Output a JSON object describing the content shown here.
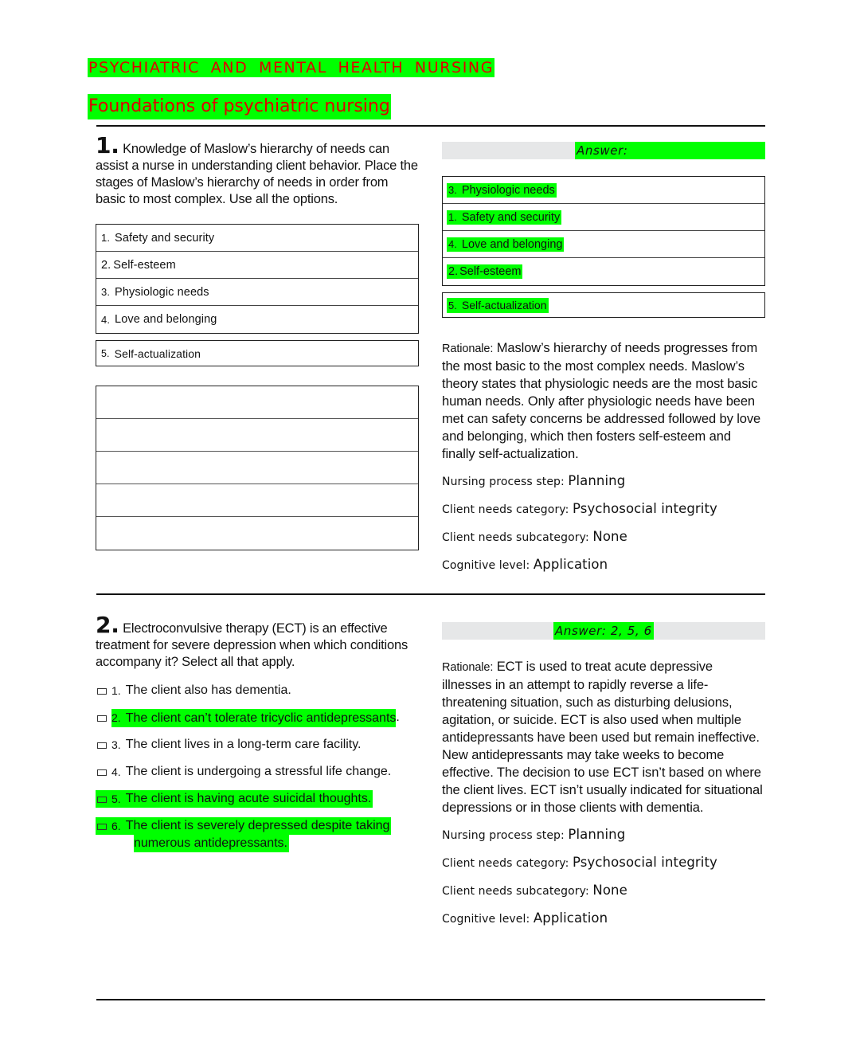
{
  "header": {
    "chapter_title": "PSYCHIATRIC AND MENTAL HEALTH NURSING",
    "section_title": "Foundations of psychiatric nursing"
  },
  "colors": {
    "highlight": "#00ff00",
    "title_text": "#e00000",
    "answer_bar_bg": "#e6e7e8"
  },
  "q1": {
    "number": "1.",
    "text": "Knowledge of Maslow’s hierarchy of needs can assist a nurse in understanding client behavior. Place the stages of Maslow’s hierarchy of needs in order from basic to most complex. Use all the options.",
    "options": [
      {
        "num": "1.",
        "label": "Safety and security"
      },
      {
        "num": "2.",
        "label": "Self-esteem"
      },
      {
        "num": "3.",
        "label": "Physiologic needs"
      },
      {
        "num": "4.",
        "label": "Love and belonging"
      },
      {
        "num": "5.",
        "label": "Self-actualization"
      }
    ],
    "blank_slots": 5,
    "answer_label": "Answer:",
    "answer_order": [
      {
        "num": "3.",
        "label": "Physiologic needs"
      },
      {
        "num": "1.",
        "label": "Safety and security"
      },
      {
        "num": "4.",
        "label": "Love and belonging"
      },
      {
        "num": "2.",
        "label": "Self-esteem"
      },
      {
        "num": "5.",
        "label": "Self-actualization"
      }
    ],
    "rationale_label": "Rationale:",
    "rationale": "Maslow’s hierarchy of needs progresses from the most basic to the most complex needs. Maslow’s theory states that physiologic needs are the most basic human needs. Only after physiologic needs have been met can safety concerns be addressed followed by love and belonging, which then fosters self-esteem and finally self-actualization.",
    "meta": {
      "nursing_process_step_label": "Nursing process step:",
      "nursing_process_step": "Planning",
      "client_needs_category_label": "Client needs category:",
      "client_needs_category": "Psychosocial integrity",
      "client_needs_subcategory_label": "Client needs subcategory:",
      "client_needs_subcategory": "None",
      "cognitive_level_label": "Cognitive level:",
      "cognitive_level": "Application"
    }
  },
  "q2": {
    "number": "2.",
    "text": "Electroconvulsive therapy (ECT) is an effective treatment for severe depression when which conditions accompany it? Select all that apply.",
    "options": [
      {
        "num": "1.",
        "label": "The client also has dementia.",
        "correct": false
      },
      {
        "num": "2.",
        "label": "The client can’t tolerate tricyclic antidepressants",
        "trail": ".",
        "correct": true
      },
      {
        "num": "3.",
        "label": "The client lives in a long-term care facility.",
        "correct": false
      },
      {
        "num": "4.",
        "label": "The client is undergoing a stressful life change.",
        "correct": false
      },
      {
        "num": "5.",
        "label": "The client is having acute suicidal thoughts.",
        "correct": true
      },
      {
        "num": "6.",
        "label": "The client is severely depressed despite taking",
        "label_cont": "numerous antidepressants.",
        "correct": true
      }
    ],
    "answer_label": "Answer: 2, 5, 6",
    "rationale_label": "Rationale:",
    "rationale": "ECT is used to treat acute depressive illnesses in an attempt to rapidly reverse a life-threatening situation, such as disturbing delusions, agitation, or suicide. ECT is also used when multiple antidepressants have been used but remain ineffective. New antidepressants may take weeks to become effective. The decision to use ECT isn’t based on where the client lives. ECT isn’t usually indicated for situational depressions or in those clients with dementia.",
    "meta": {
      "nursing_process_step_label": "Nursing process step:",
      "nursing_process_step": "Planning",
      "client_needs_category_label": "Client needs category:",
      "client_needs_category": "Psychosocial integrity",
      "client_needs_subcategory_label": "Client needs subcategory:",
      "client_needs_subcategory": "None",
      "cognitive_level_label": "Cognitive level:",
      "cognitive_level": "Application"
    }
  }
}
